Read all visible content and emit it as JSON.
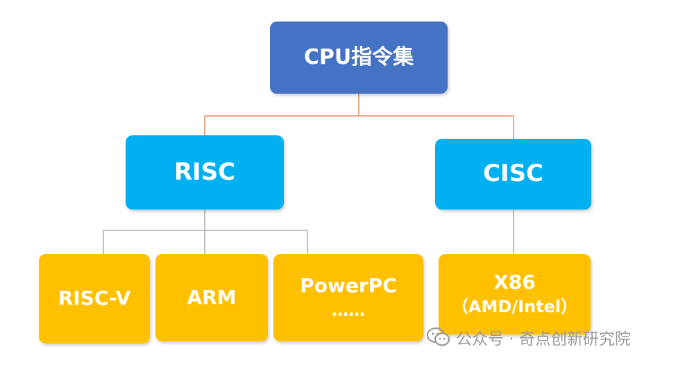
{
  "diagram": {
    "root": {
      "label": "CPU指令集"
    },
    "risc": {
      "label": "RISC",
      "children": [
        {
          "label": "RISC-V"
        },
        {
          "label": "ARM"
        },
        {
          "label": "PowerPC",
          "sub": "……"
        }
      ]
    },
    "cisc": {
      "label": "CISC",
      "children": [
        {
          "label": "X86",
          "sub": "（AMD/Intel）"
        }
      ]
    },
    "colors": {
      "root": "#4472c4",
      "mid": "#00b0f0",
      "leaf": "#ffc000",
      "connector_top": "#f4a582",
      "connector_gray": "#bfbfbf"
    }
  },
  "watermark": {
    "icon": "wechat-icon",
    "text": "公众号 · 奇点创新研究院"
  }
}
